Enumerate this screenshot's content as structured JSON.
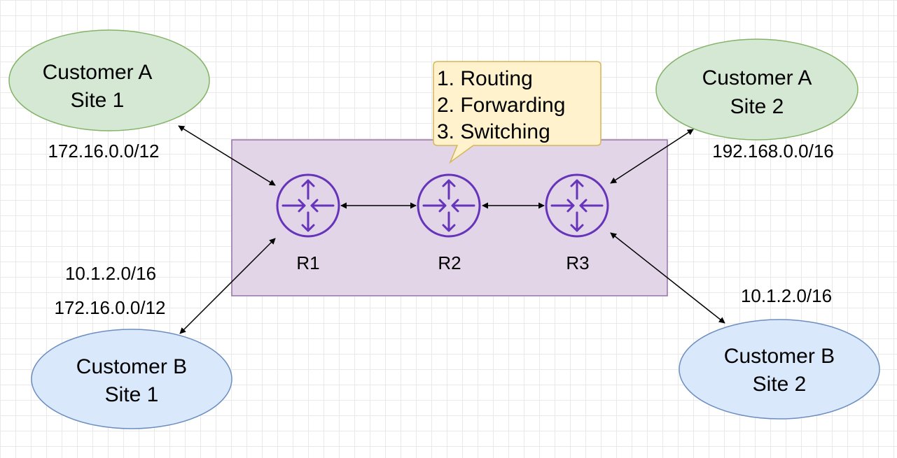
{
  "colors": {
    "green_fill": "#d5e8d4",
    "green_stroke": "#82b366",
    "blue_fill": "#dae8fc",
    "blue_stroke": "#6c8ebf",
    "provider_fill": "#e1d5e7",
    "provider_stroke": "#9673a6",
    "router_color": "#6633bb",
    "callout_fill": "#fff2cc",
    "callout_stroke": "#d6b656",
    "link_color": "#000000"
  },
  "sites": {
    "a1": {
      "line1": "Customer A",
      "line2": "Site 1",
      "prefix": "172.16.0.0/12"
    },
    "a2": {
      "line1": "Customer A",
      "line2": "Site 2",
      "prefix": "192.168.0.0/16"
    },
    "b1": {
      "line1": "Customer B",
      "line2": "Site 1",
      "prefix_1": "10.1.2.0/16",
      "prefix_2": "172.16.0.0/12"
    },
    "b2": {
      "line1": "Customer B",
      "line2": "Site 2",
      "prefix": "10.1.2.0/16"
    }
  },
  "routers": {
    "r1": {
      "label": "R1",
      "icon": "router-icon"
    },
    "r2": {
      "label": "R2",
      "icon": "router-icon"
    },
    "r3": {
      "label": "R3",
      "icon": "router-icon"
    }
  },
  "callout": {
    "items": [
      "1. Routing",
      "2. Forwarding",
      "3. Switching"
    ]
  }
}
